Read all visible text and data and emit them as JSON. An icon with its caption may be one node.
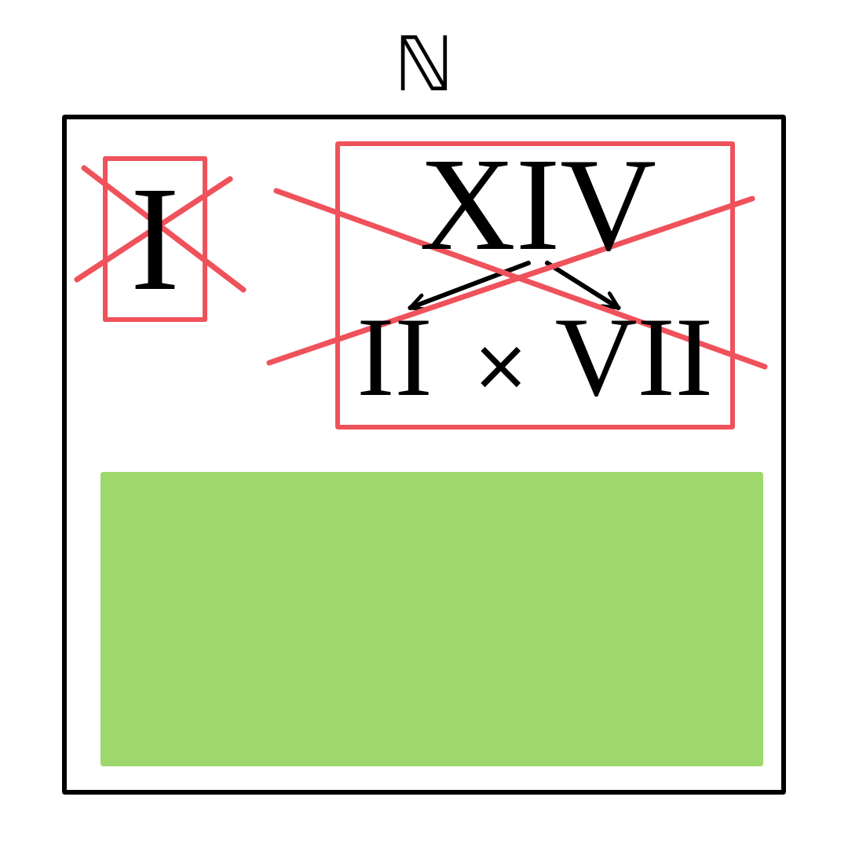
{
  "diagram": {
    "nodes": [
      {
        "text": [
          "ℕ"
        ]
      },
      {
        "text": [
          "I"
        ],
        "in": 0
      },
      {
        "text": [],
        "shape": "box",
        "in": 0
      },
      {
        "text": [
          "XIV"
        ],
        "in": 2
      },
      {
        "text": [
          "II"
        ],
        "in": 2
      },
      {
        "text": [
          "VII"
        ],
        "in": 2
      },
      {
        "text": [],
        "shape": "box",
        "in": 0
      }
    ],
    "edges": [
      {
        "from": 3,
        "to": 4,
        "arrow": "to"
      },
      {
        "from": 3,
        "to": 5,
        "arrow": "to"
      }
    ],
    "labels": [
      "×"
    ]
  }
}
